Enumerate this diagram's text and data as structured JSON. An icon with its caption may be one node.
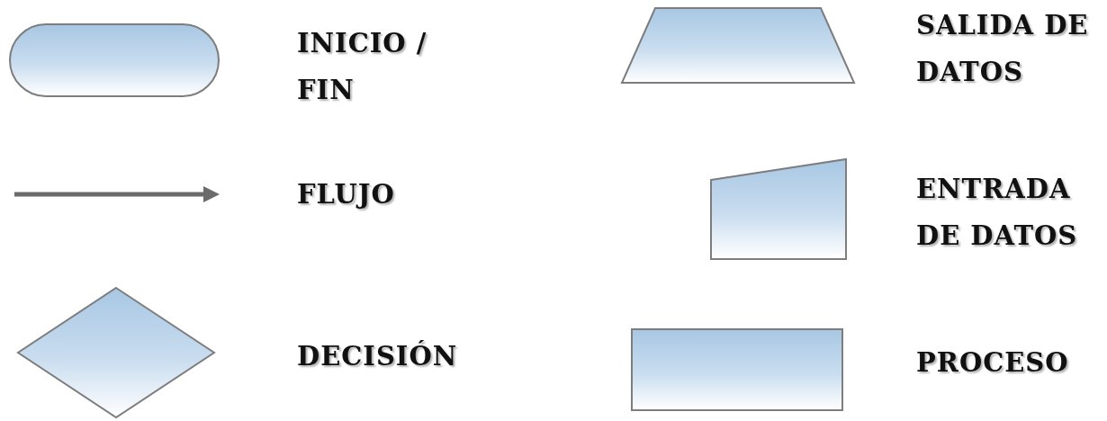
{
  "diagram": {
    "nodes": [
      {
        "text": [],
        "shape": "pill",
        "beside": [
          "INICIO / FIN"
        ]
      },
      {
        "text": [],
        "shape": "trapezoid",
        "beside": [
          "SALIDA DE DATOS"
        ]
      },
      {
        "text": [],
        "shape": "arrow",
        "beside": [
          "FLUJO"
        ]
      },
      {
        "text": [],
        "shape": "quadrilateral",
        "beside": [
          "ENTRADA DE DATOS"
        ]
      },
      {
        "text": [],
        "shape": "diamond",
        "beside": [
          "DECISIÓN"
        ]
      },
      {
        "text": [],
        "shape": "box",
        "beside": [
          "PROCESO"
        ]
      }
    ]
  }
}
